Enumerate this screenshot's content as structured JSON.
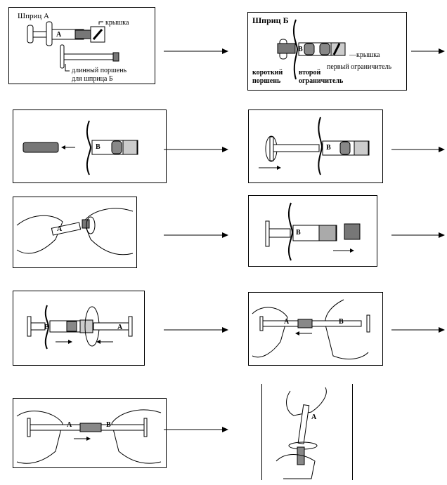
{
  "panel1": {
    "title": "Шприц А",
    "cap": "крышка",
    "long_plunger": "длинный поршень",
    "for_b": "для шприца Б",
    "letter": "A"
  },
  "panel2": {
    "title": "Шприц Б",
    "cap": "крышка",
    "first_stopper": "первый ограничитель",
    "short_plunger_1": "короткий",
    "short_plunger_2": "поршень",
    "second_stopper_1": "второй",
    "second_stopper_2": "ограничитель",
    "letter": "B"
  },
  "letters": {
    "a": "A",
    "b": "B"
  }
}
